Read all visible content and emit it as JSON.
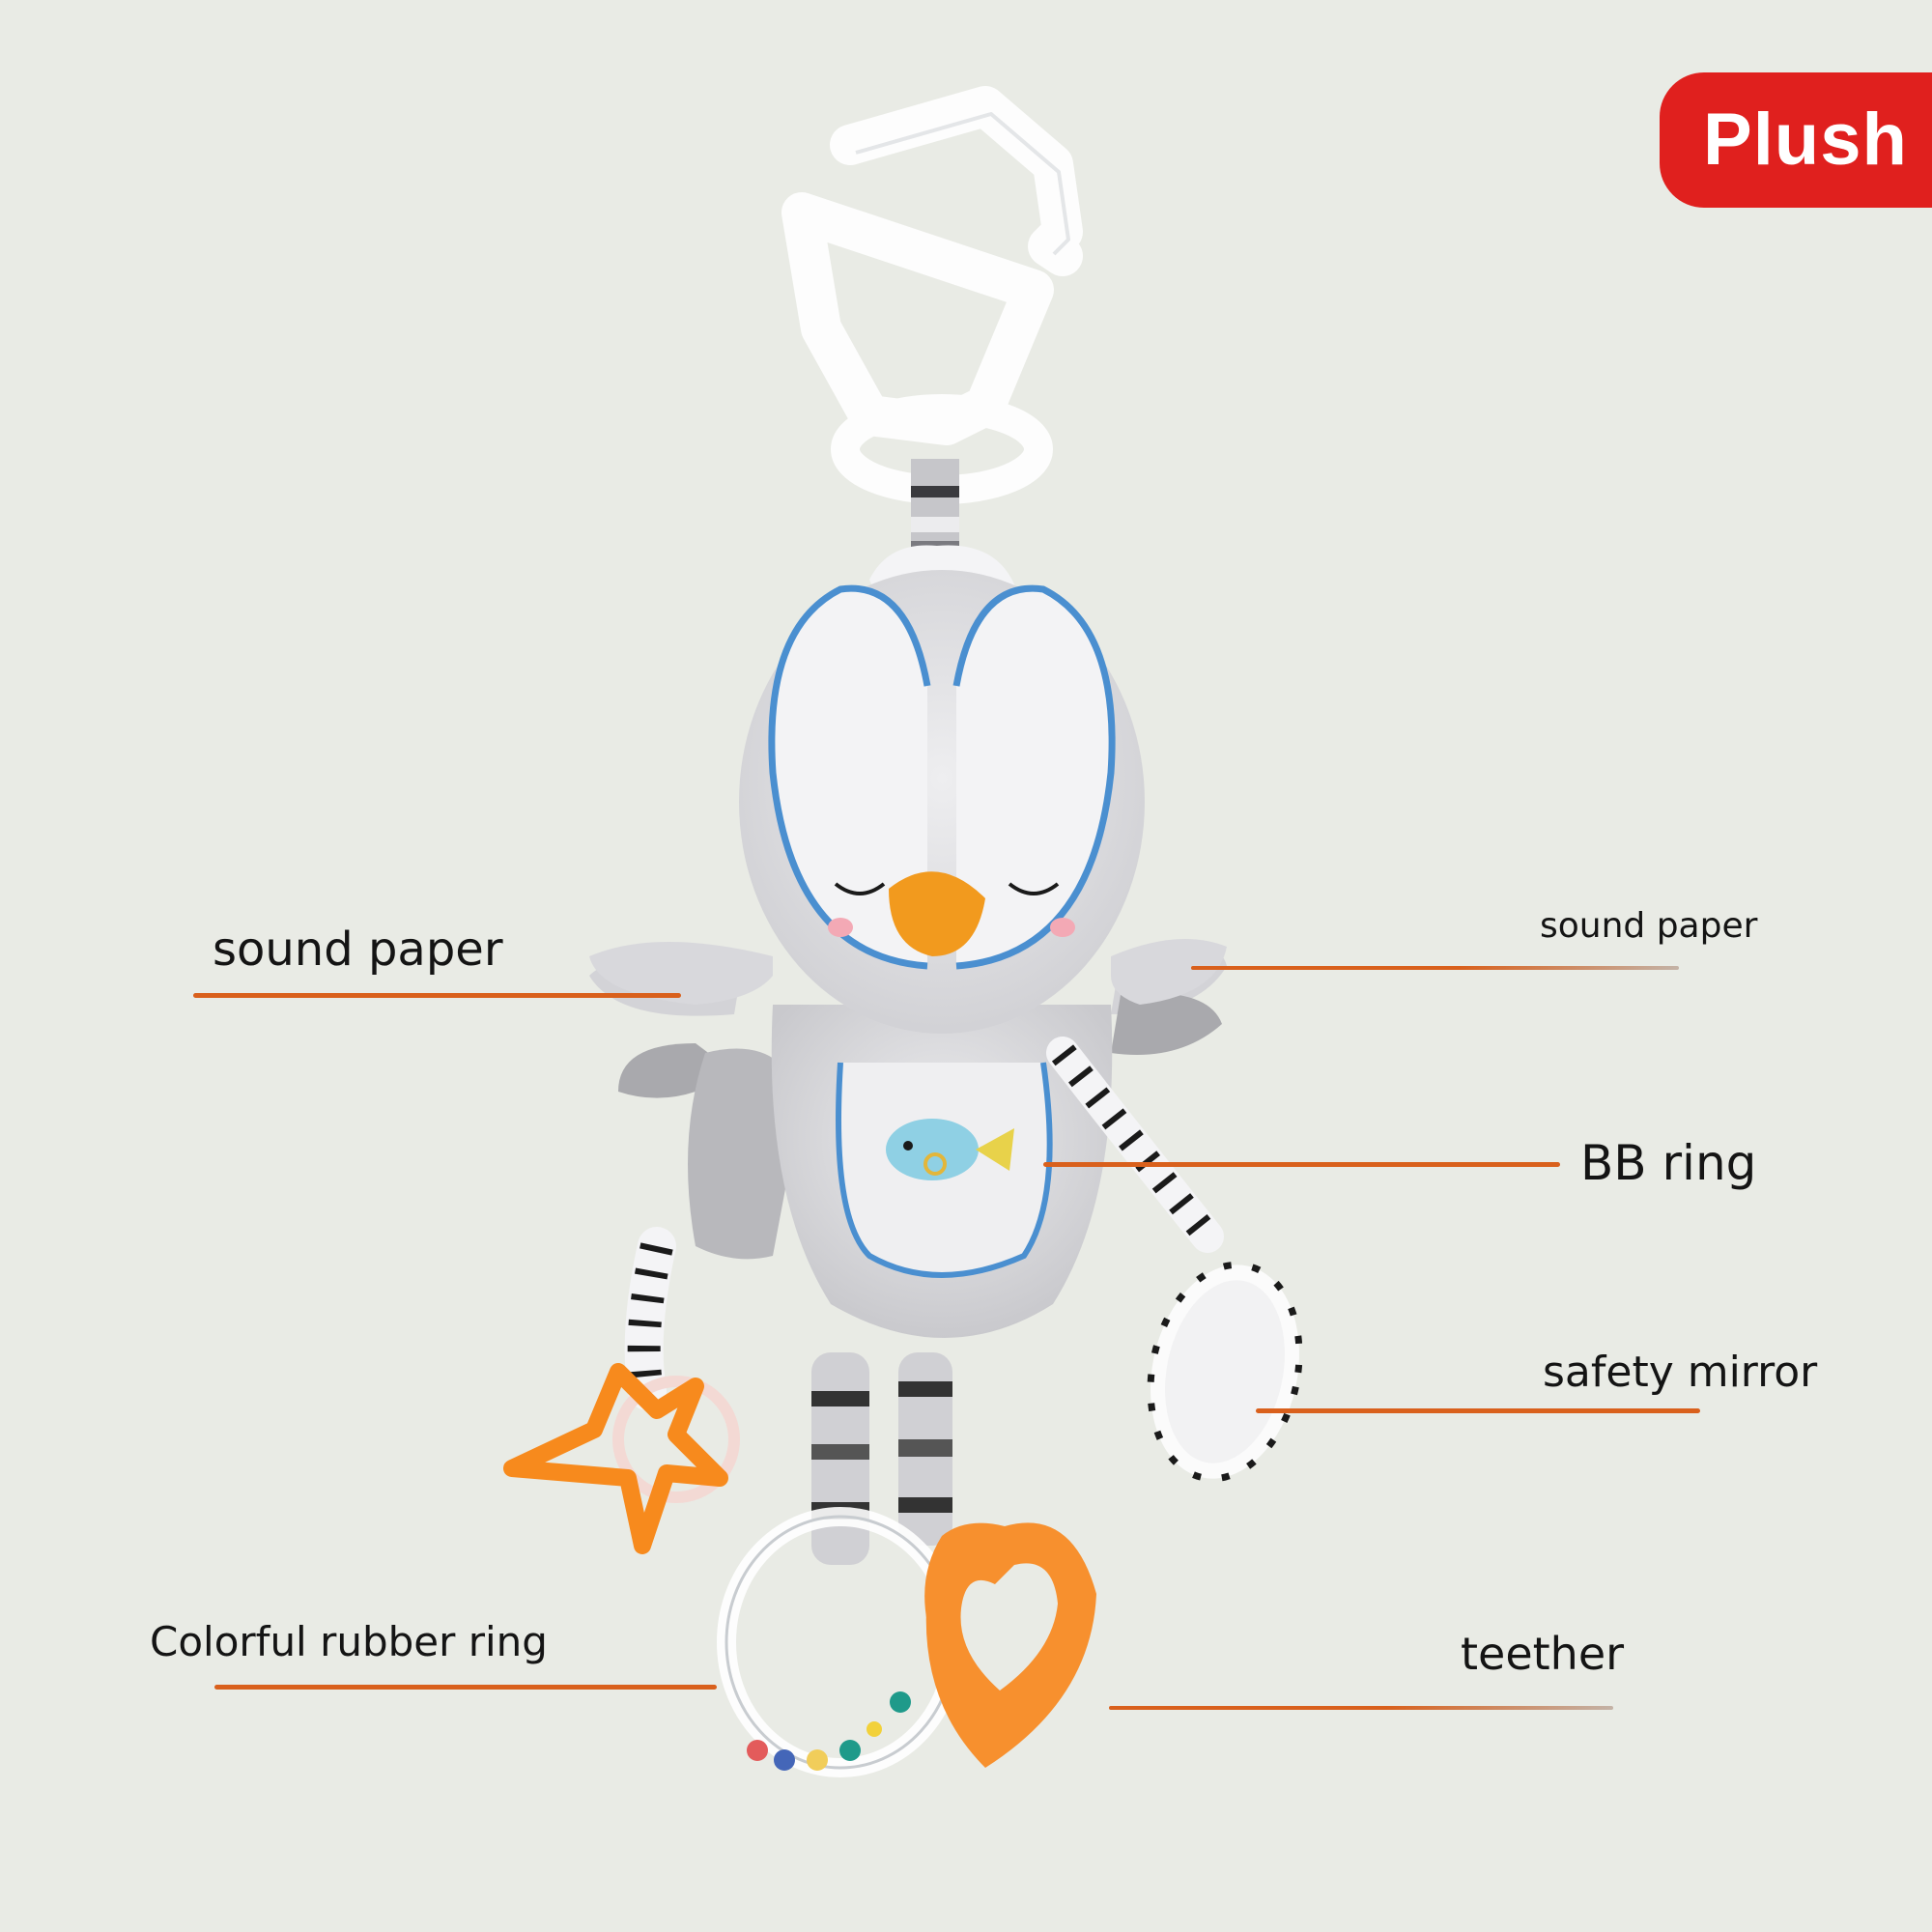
{
  "badge": {
    "label": "Plush",
    "color": "#e0201e"
  },
  "product": {
    "description": "Hanging penguin plush baby toy with clip, teether, mirror and rattle ring",
    "colors": {
      "background": "#e9ebe5",
      "leader_line": "#d9601c",
      "body": "#d9d9dc",
      "blue_trim": "#4a8fd0",
      "beak": "#f29a1e",
      "teether": "#f7902e"
    }
  },
  "callouts": [
    {
      "id": "sound-paper-left",
      "label": "sound paper",
      "side": "left"
    },
    {
      "id": "sound-paper-right",
      "label": "sound paper",
      "side": "right"
    },
    {
      "id": "bb-ring",
      "label": "BB ring",
      "side": "right"
    },
    {
      "id": "safety-mirror",
      "label": "safety mirror",
      "side": "right"
    },
    {
      "id": "colorful-rubber-ring",
      "label": "Colorful rubber ring",
      "side": "left"
    },
    {
      "id": "teether",
      "label": "teether",
      "side": "right"
    }
  ]
}
